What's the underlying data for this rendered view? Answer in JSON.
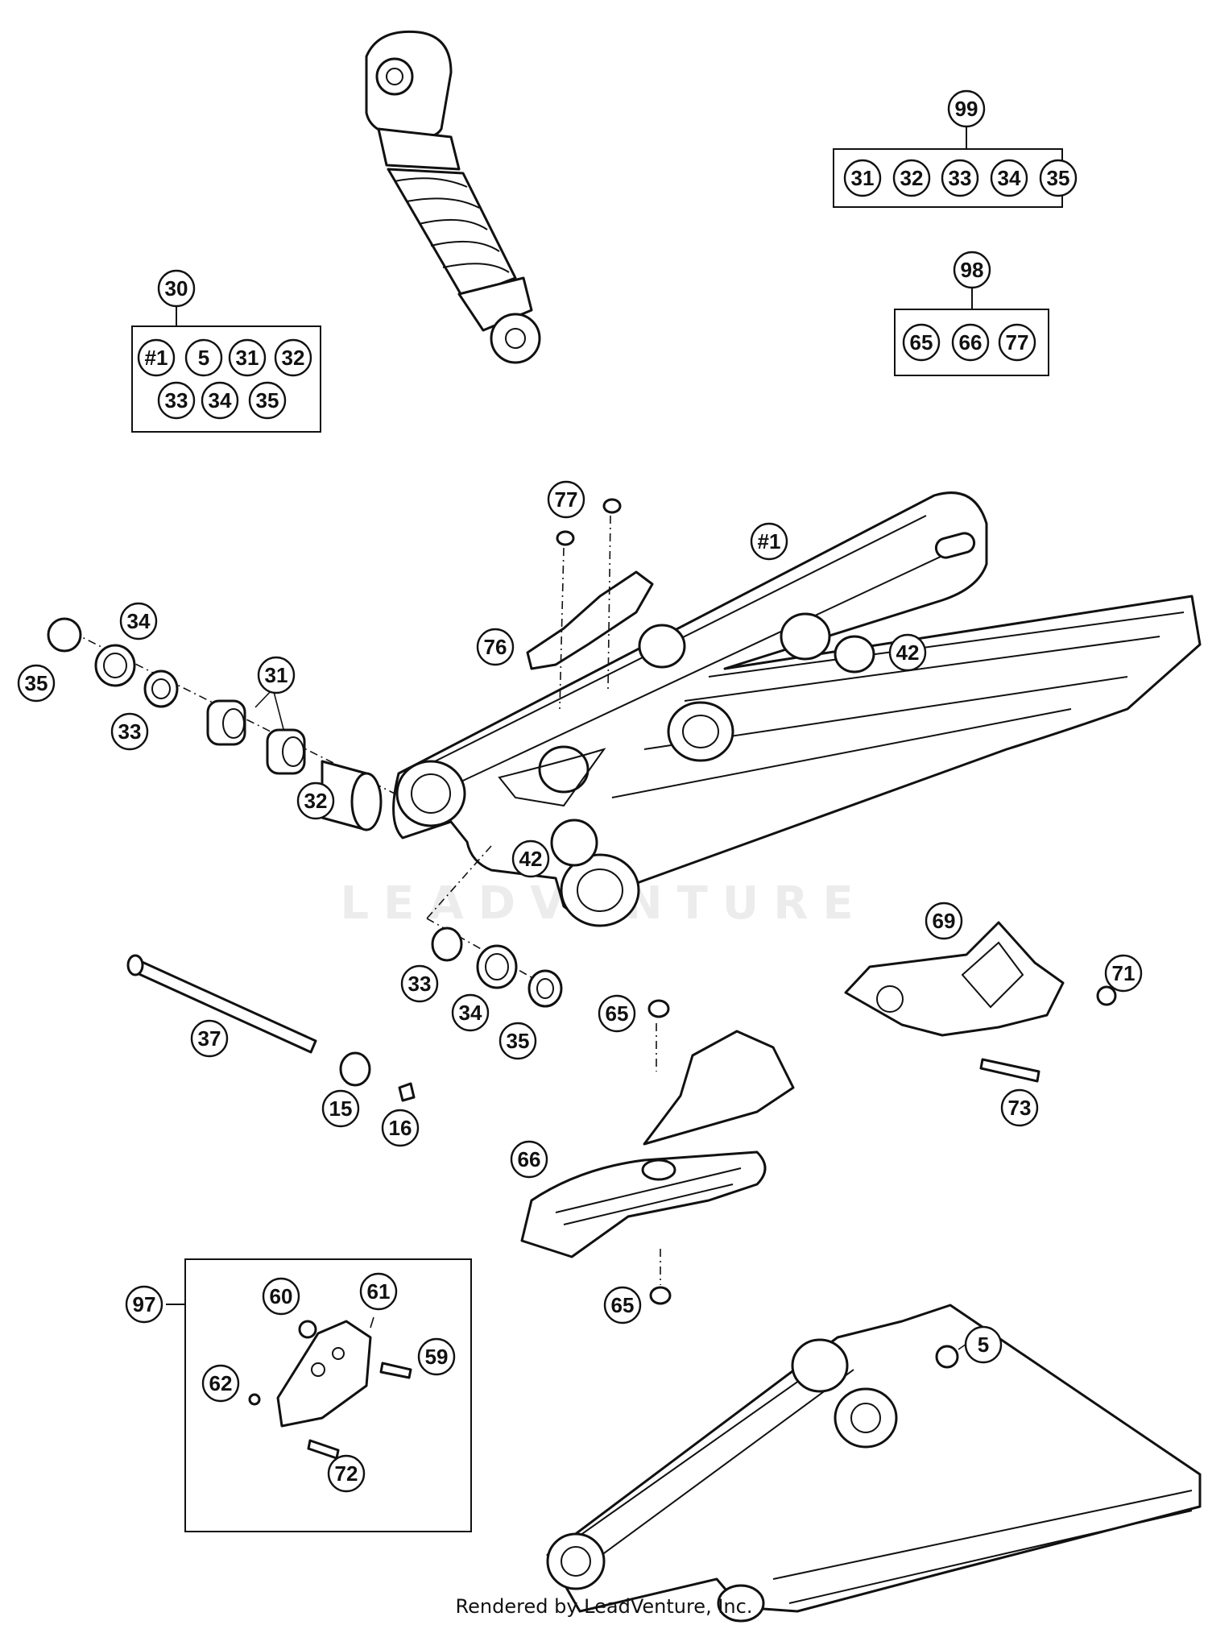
{
  "diagram": {
    "watermark": "LEADVENTURE",
    "footer": "Rendered by LeadVenture, Inc.",
    "callouts": {
      "c99": "99",
      "c98": "98",
      "c30": "30",
      "c97": "97",
      "c77": "77",
      "c1": "#1",
      "c76": "76",
      "c42a": "42",
      "c42b": "42",
      "c34a": "34",
      "c35a": "35",
      "c33a": "33",
      "c31": "31",
      "c32": "32",
      "c33b": "33",
      "c34b": "34",
      "c35b": "35",
      "c37": "37",
      "c15": "15",
      "c16": "16",
      "c65a": "65",
      "c66": "66",
      "c65b": "65",
      "c69": "69",
      "c71": "71",
      "c73": "73",
      "c60": "60",
      "c61": "61",
      "c59": "59",
      "c62": "62",
      "c72": "72",
      "c5": "5"
    },
    "kits": {
      "k99": [
        "31",
        "32",
        "33",
        "34",
        "35"
      ],
      "k98": [
        "65",
        "66",
        "77"
      ],
      "k30": [
        "#1",
        "5",
        "31",
        "32",
        "33",
        "34",
        "35"
      ]
    }
  }
}
